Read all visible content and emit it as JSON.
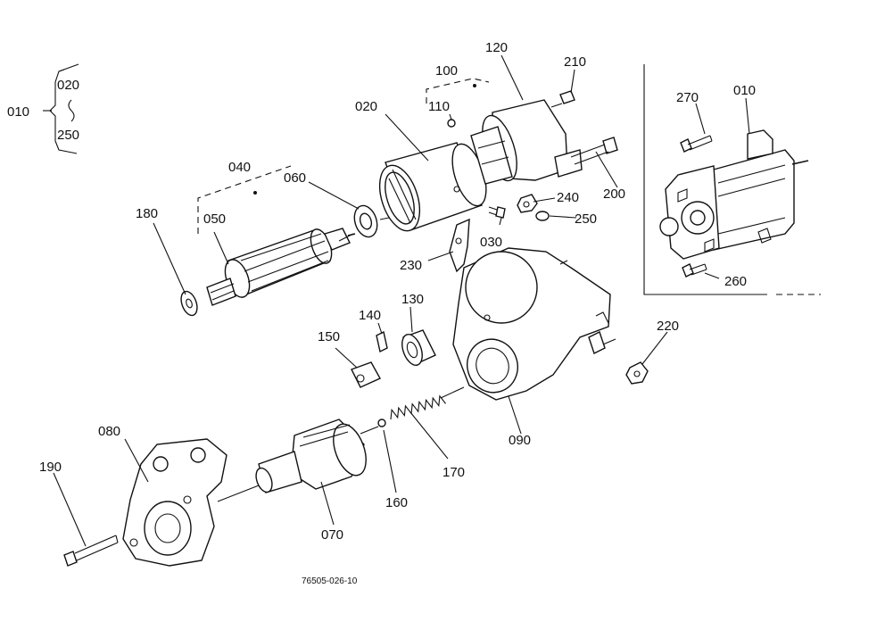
{
  "group_range": {
    "parent": "010",
    "from": "020",
    "to": "250"
  },
  "callouts": [
    {
      "id": "020"
    },
    {
      "id": "100"
    },
    {
      "id": "110"
    },
    {
      "id": "120"
    },
    {
      "id": "210"
    },
    {
      "id": "040"
    },
    {
      "id": "060"
    },
    {
      "id": "180"
    },
    {
      "id": "050"
    },
    {
      "id": "240"
    },
    {
      "id": "030"
    },
    {
      "id": "250"
    },
    {
      "id": "200"
    },
    {
      "id": "230"
    },
    {
      "id": "140"
    },
    {
      "id": "130"
    },
    {
      "id": "150"
    },
    {
      "id": "220"
    },
    {
      "id": "090"
    },
    {
      "id": "080"
    },
    {
      "id": "190"
    },
    {
      "id": "170"
    },
    {
      "id": "160"
    },
    {
      "id": "070"
    }
  ],
  "inset": {
    "labels": [
      {
        "id": "270"
      },
      {
        "id": "010"
      },
      {
        "id": "260"
      }
    ]
  },
  "drawing_code": "76505-026-10"
}
